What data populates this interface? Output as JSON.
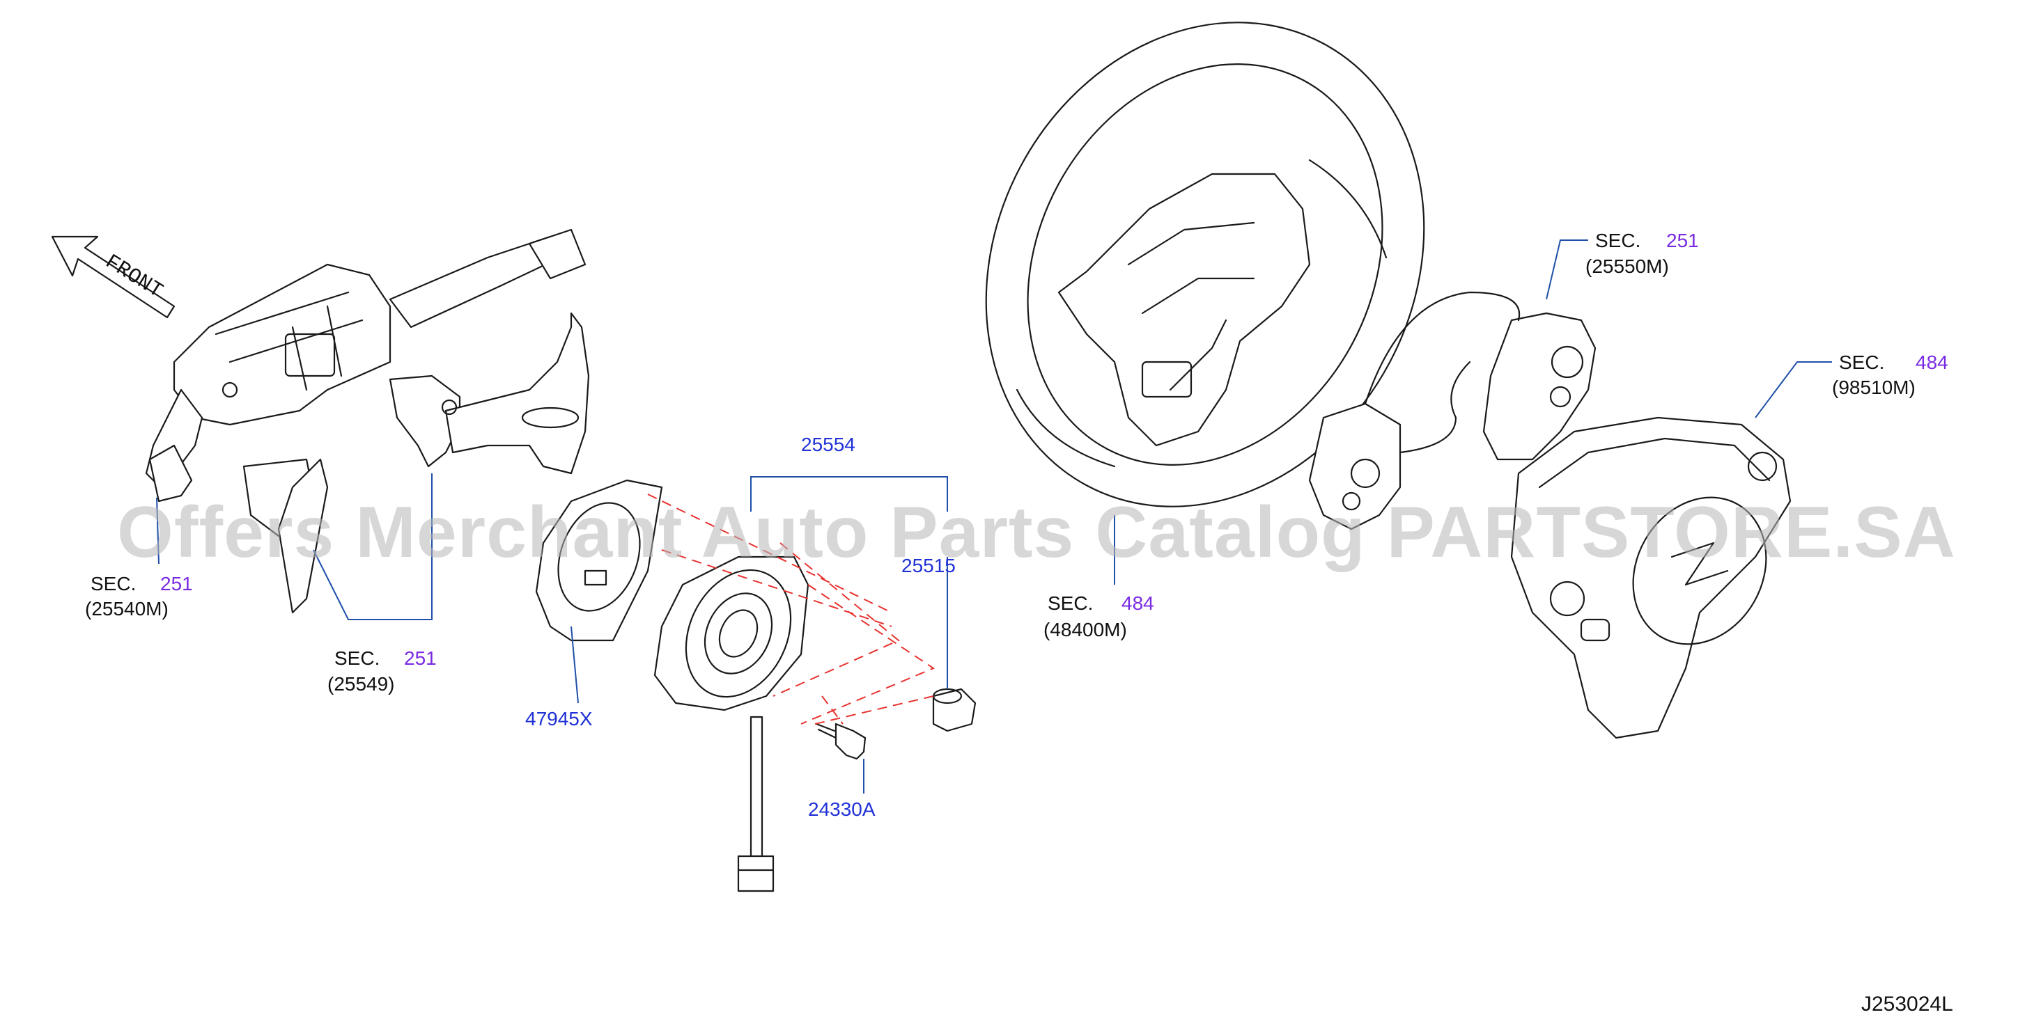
{
  "diagram": {
    "code": "J253024L",
    "watermark": "Offers Merchant Auto Parts Catalog PARTSTORE.SA",
    "front_label": "FRONT",
    "colors": {
      "part_number": "#1f31d6",
      "section_number": "#7a2be2",
      "leader": "#1f4fa8",
      "dashed_guide": "#e8322f"
    }
  },
  "callouts": {
    "combi_switch": {
      "sec": "SEC.",
      "num": "251",
      "ref": "(25540M)"
    },
    "paddle_shift": {
      "sec": "SEC.",
      "num": "251",
      "ref": "(25549)"
    },
    "steering_wheel": {
      "sec": "SEC.",
      "num": "484",
      "ref": "(48400M)"
    },
    "wheel_switch": {
      "sec": "SEC.",
      "num": "251",
      "ref": "(25550M)"
    },
    "airbag": {
      "sec": "SEC.",
      "num": "484",
      "ref": "(98510M)"
    }
  },
  "parts": {
    "spiral_cable_assy": "25554",
    "cap": "25515",
    "sensor": "47945X",
    "screw": "24330A"
  }
}
